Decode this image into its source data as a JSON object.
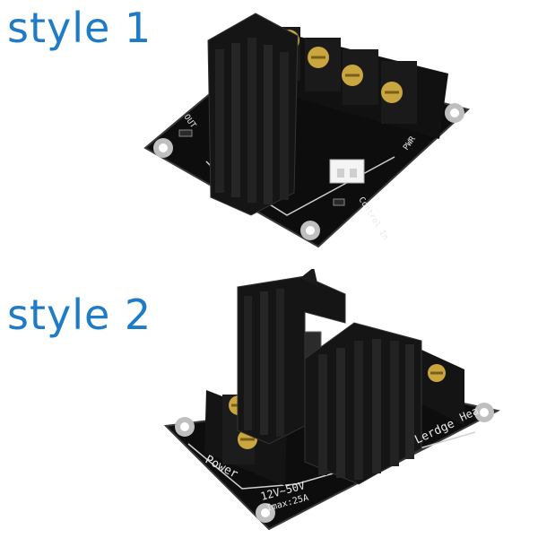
{
  "labels": {
    "style1": "style 1",
    "style2": "style 2"
  },
  "board1": {
    "silkscreen": {
      "control": "Control In",
      "pwr": "PWR",
      "out": "OUT"
    }
  },
  "board2": {
    "silkscreen": {
      "power": "Power",
      "voltage": "12V~50V",
      "current": "Imax:25A",
      "brand": "Lerdge",
      "heat": "Hea"
    }
  },
  "colors": {
    "label": "#1e7bc7",
    "pcb": "#0d0d0d",
    "heatsink": "#151515",
    "brass": "#c9a640",
    "connector": "#f4f4f4"
  }
}
